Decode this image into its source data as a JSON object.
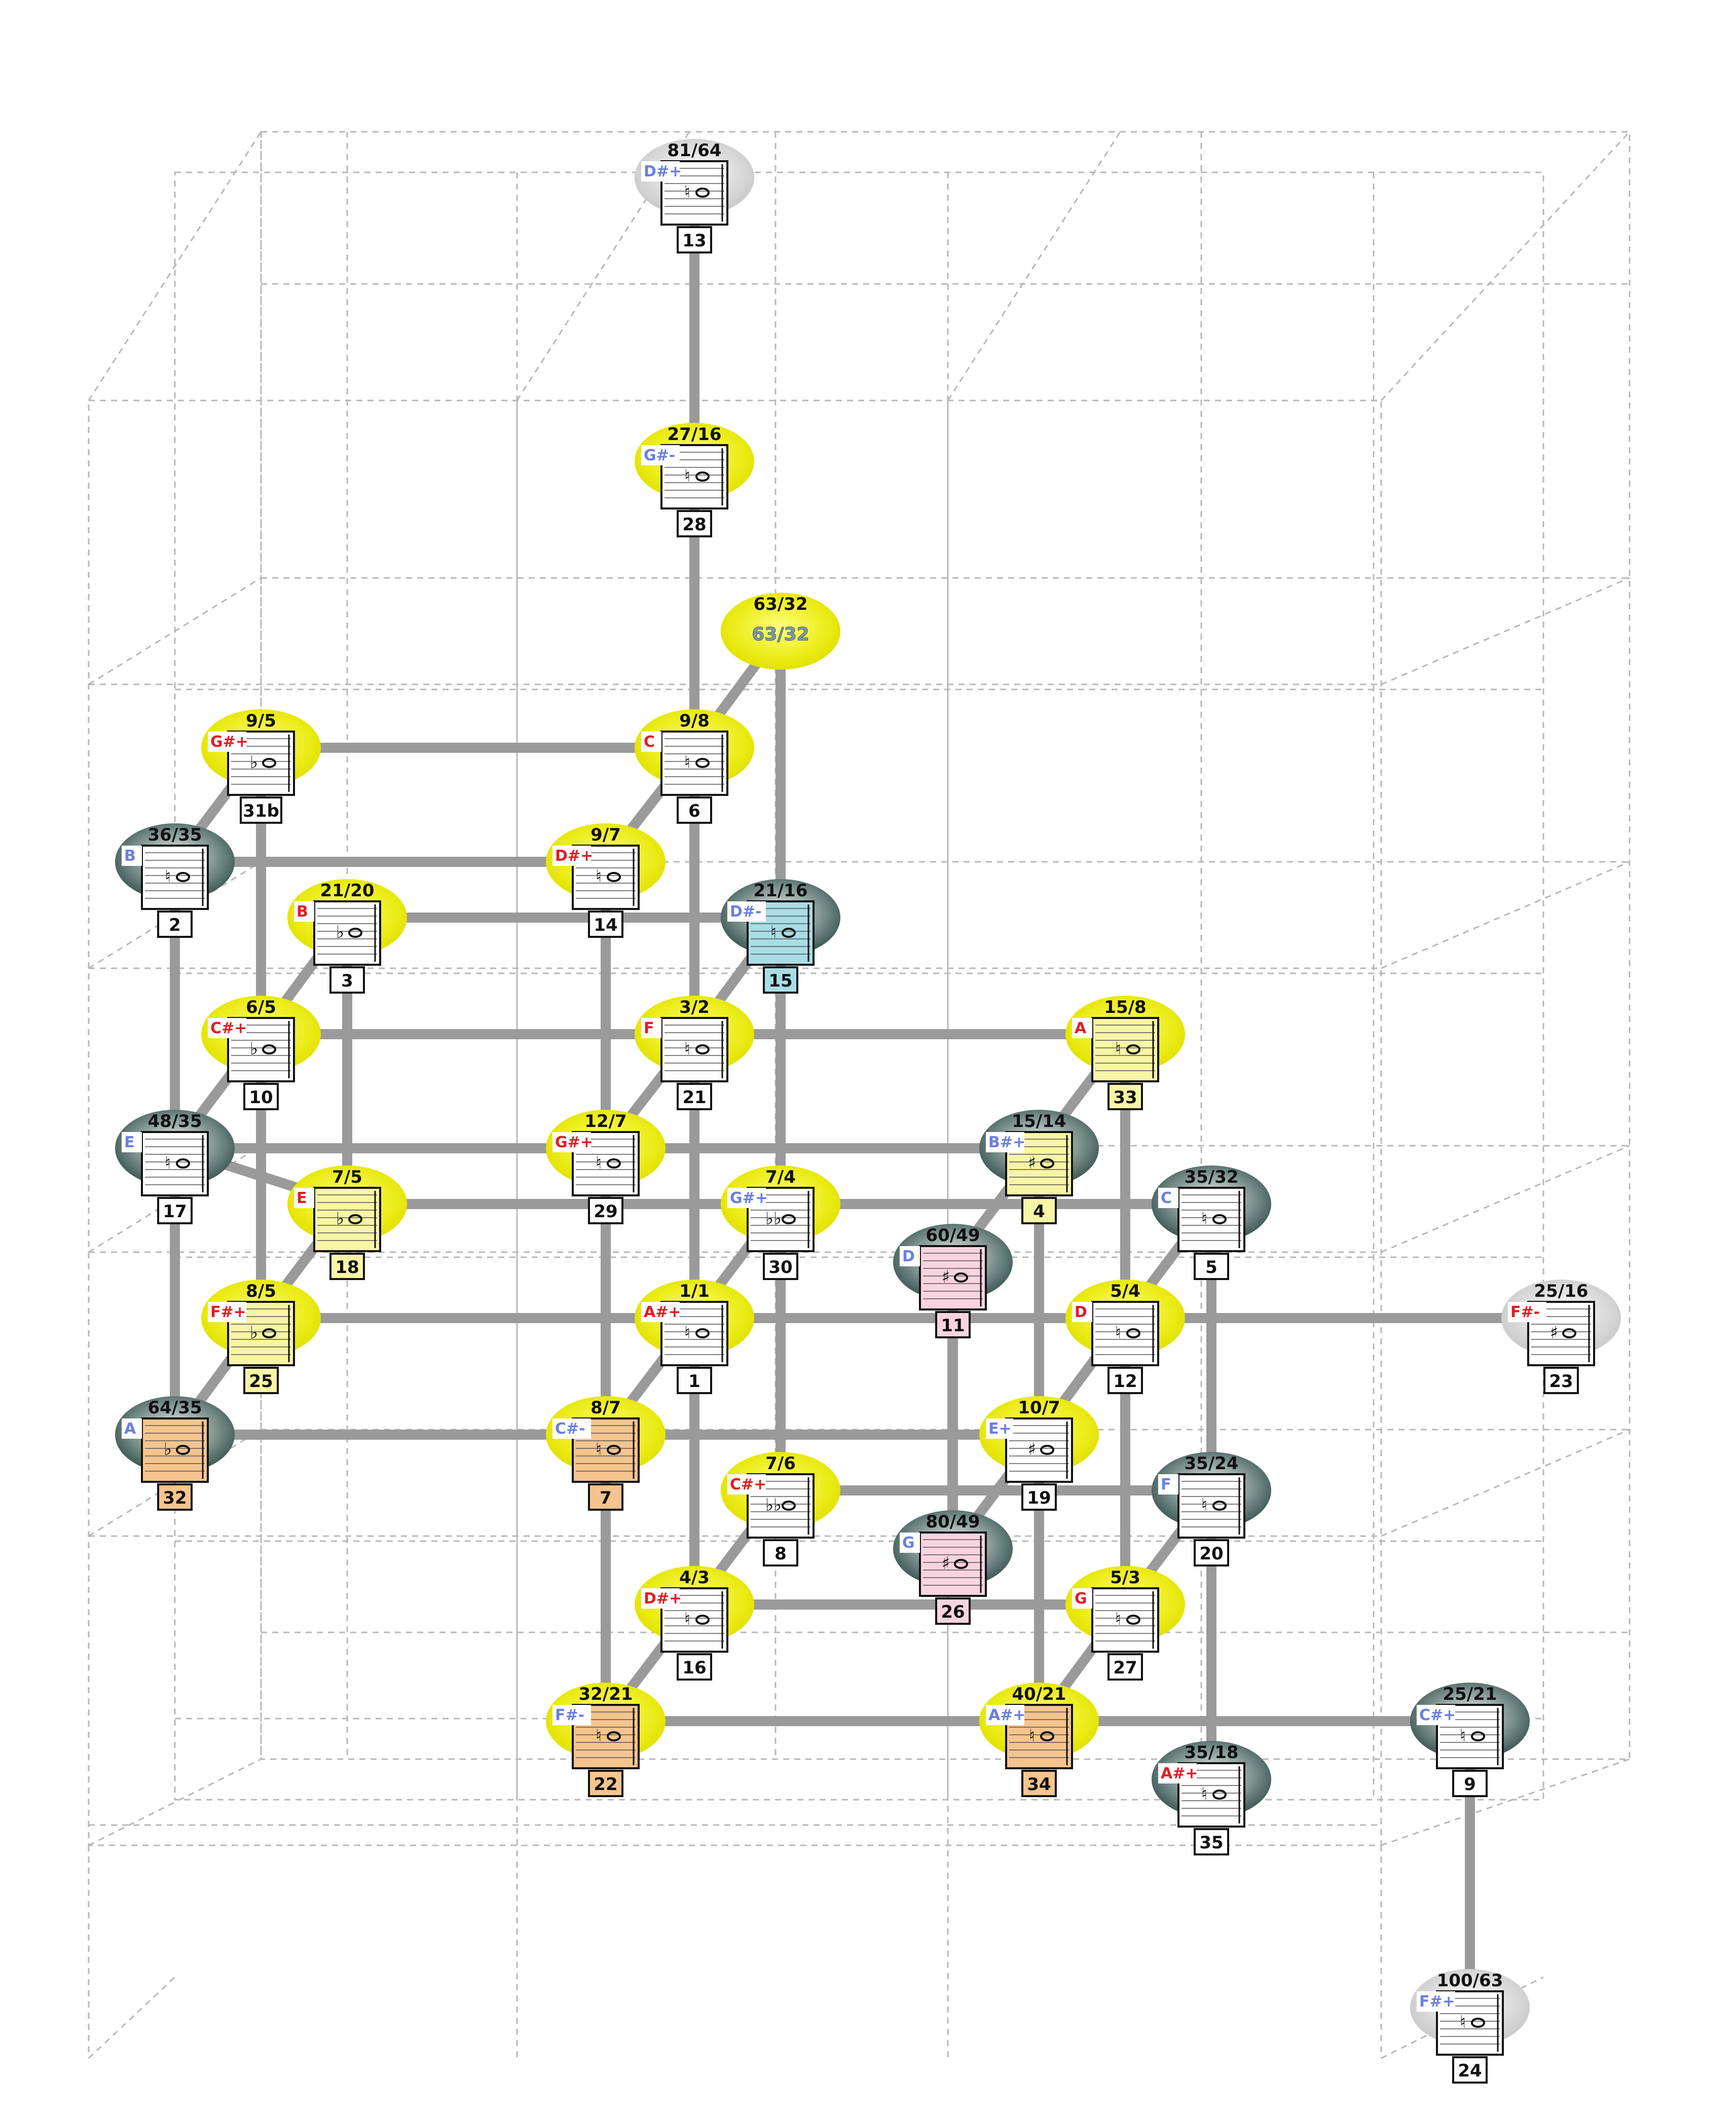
{
  "colors": {
    "edge": "#9a9a9a",
    "grid": "#b8b8b8",
    "name_red": "#e31b23",
    "name_blue": "#6a7fe0",
    "halo_yellow": "#ecec1c",
    "halo_dark": "#4d6a66",
    "halo_gray": "#d0d0d0",
    "box_white": "#ffffff",
    "box_yellow": "#f9f5a6",
    "box_orange": "#f6c48e",
    "box_pink": "#f9d4e0",
    "box_blue": "#a9dde6"
  },
  "nodes": [
    {
      "id": "n13",
      "ratio": "81/64",
      "name": "D#+",
      "name_color": "blue",
      "index": "13",
      "halo": "gray",
      "box": "white",
      "acc": "♮"
    },
    {
      "id": "n28",
      "ratio": "27/16",
      "name": "G#-",
      "name_color": "blue",
      "index": "28",
      "halo": "yellow",
      "box": "white",
      "acc": "♮"
    },
    {
      "id": "n63",
      "ratio": "63/32",
      "ghost": "63/32",
      "halo": "yellow"
    },
    {
      "id": "n31b",
      "ratio": "9/5",
      "name": "G#+",
      "name_color": "red",
      "index": "31b",
      "halo": "yellow",
      "box": "white",
      "acc": "♭"
    },
    {
      "id": "n6",
      "ratio": "9/8",
      "name": "C",
      "name_color": "red",
      "index": "6",
      "halo": "yellow",
      "box": "white",
      "acc": "♮"
    },
    {
      "id": "n2",
      "ratio": "36/35",
      "name": "B",
      "name_color": "blue",
      "index": "2",
      "halo": "dark",
      "box": "white",
      "acc": "♮"
    },
    {
      "id": "n14",
      "ratio": "9/7",
      "name": "D#+",
      "name_color": "red",
      "index": "14",
      "halo": "yellow",
      "box": "white",
      "acc": "♮"
    },
    {
      "id": "n3",
      "ratio": "21/20",
      "name": "B",
      "name_color": "red",
      "index": "3",
      "halo": "yellow",
      "box": "white",
      "acc": "♭"
    },
    {
      "id": "n15",
      "ratio": "21/16",
      "name": "D#-",
      "name_color": "blue",
      "index": "15",
      "halo": "dark",
      "box": "blue",
      "acc": "♮"
    },
    {
      "id": "n10",
      "ratio": "6/5",
      "name": "C#+",
      "name_color": "red",
      "index": "10",
      "halo": "yellow",
      "box": "white",
      "acc": "♭"
    },
    {
      "id": "n21",
      "ratio": "3/2",
      "name": "F",
      "name_color": "red",
      "index": "21",
      "halo": "yellow",
      "box": "white",
      "acc": "♮"
    },
    {
      "id": "n33",
      "ratio": "15/8",
      "name": "A",
      "name_color": "red",
      "index": "33",
      "halo": "yellow",
      "box": "yellow",
      "acc": "♮"
    },
    {
      "id": "n17",
      "ratio": "48/35",
      "name": "E",
      "name_color": "blue",
      "index": "17",
      "halo": "dark",
      "box": "white",
      "acc": "♮"
    },
    {
      "id": "n29",
      "ratio": "12/7",
      "name": "G#+",
      "name_color": "red",
      "index": "29",
      "halo": "yellow",
      "box": "white",
      "acc": "♮"
    },
    {
      "id": "n4",
      "ratio": "15/14",
      "name": "B#+",
      "name_color": "blue",
      "index": "4",
      "halo": "dark",
      "box": "yellow",
      "acc": "♯"
    },
    {
      "id": "n18",
      "ratio": "7/5",
      "name": "E",
      "name_color": "red",
      "index": "18",
      "halo": "yellow",
      "box": "yellow",
      "acc": "♭"
    },
    {
      "id": "n30",
      "ratio": "7/4",
      "name": "G#+",
      "name_color": "blue",
      "index": "30",
      "halo": "yellow",
      "box": "white",
      "acc": "♭♭"
    },
    {
      "id": "n5",
      "ratio": "35/32",
      "name": "C",
      "name_color": "blue",
      "index": "5",
      "halo": "dark",
      "box": "white",
      "acc": "♮"
    },
    {
      "id": "n11",
      "ratio": "60/49",
      "name": "D",
      "name_color": "blue",
      "index": "11",
      "halo": "dark",
      "box": "pink",
      "acc": "♯"
    },
    {
      "id": "n25",
      "ratio": "8/5",
      "name": "F#+",
      "name_color": "red",
      "index": "25",
      "halo": "yellow",
      "box": "yellow",
      "acc": "♭"
    },
    {
      "id": "n1",
      "ratio": "1/1",
      "name": "A#+",
      "name_color": "red",
      "index": "1",
      "halo": "yellow",
      "box": "white",
      "acc": "♮"
    },
    {
      "id": "n12",
      "ratio": "5/4",
      "name": "D",
      "name_color": "red",
      "index": "12",
      "halo": "yellow",
      "box": "white",
      "acc": "♮"
    },
    {
      "id": "n23",
      "ratio": "25/16",
      "name": "F#-",
      "name_color": "red",
      "index": "23",
      "halo": "gray",
      "box": "white",
      "acc": "♯"
    },
    {
      "id": "n32",
      "ratio": "64/35",
      "name": "A",
      "name_color": "blue",
      "index": "32",
      "halo": "dark",
      "box": "orange",
      "acc": "♭"
    },
    {
      "id": "n7",
      "ratio": "8/7",
      "name": "C#-",
      "name_color": "blue",
      "index": "7",
      "halo": "yellow",
      "box": "orange",
      "acc": "♮"
    },
    {
      "id": "n19",
      "ratio": "10/7",
      "name": "E+",
      "name_color": "blue",
      "index": "19",
      "halo": "yellow",
      "box": "white",
      "acc": "♯"
    },
    {
      "id": "n8",
      "ratio": "7/6",
      "name": "C#+",
      "name_color": "red",
      "index": "8",
      "halo": "yellow",
      "box": "white",
      "acc": "♭♭"
    },
    {
      "id": "n20",
      "ratio": "35/24",
      "name": "F",
      "name_color": "blue",
      "index": "20",
      "halo": "dark",
      "box": "white",
      "acc": "♮"
    },
    {
      "id": "n26",
      "ratio": "80/49",
      "name": "G",
      "name_color": "blue",
      "index": "26",
      "halo": "dark",
      "box": "pink",
      "acc": "♯"
    },
    {
      "id": "n16",
      "ratio": "4/3",
      "name": "D#+",
      "name_color": "red",
      "index": "16",
      "halo": "yellow",
      "box": "white",
      "acc": "♮"
    },
    {
      "id": "n27",
      "ratio": "5/3",
      "name": "G",
      "name_color": "red",
      "index": "27",
      "halo": "yellow",
      "box": "white",
      "acc": "♮"
    },
    {
      "id": "n22",
      "ratio": "32/21",
      "name": "F#-",
      "name_color": "blue",
      "index": "22",
      "halo": "yellow",
      "box": "orange",
      "acc": "♮"
    },
    {
      "id": "n34",
      "ratio": "40/21",
      "name": "A#+",
      "name_color": "blue",
      "index": "34",
      "halo": "yellow",
      "box": "orange",
      "acc": "♮"
    },
    {
      "id": "n9",
      "ratio": "25/21",
      "name": "C#+",
      "name_color": "blue",
      "index": "9",
      "halo": "dark",
      "box": "white",
      "acc": "♮"
    },
    {
      "id": "n35",
      "ratio": "35/18",
      "name": "A#+",
      "name_color": "red",
      "index": "35",
      "halo": "dark",
      "box": "white",
      "acc": "♮"
    },
    {
      "id": "n24",
      "ratio": "100/63",
      "name": "F#+",
      "name_color": "blue",
      "index": "24",
      "halo": "gray",
      "box": "white",
      "acc": "♮"
    }
  ],
  "edges": [
    [
      "n13",
      "n28"
    ],
    [
      "n28",
      "n6"
    ],
    [
      "n63",
      "n6"
    ],
    [
      "n63",
      "n15"
    ],
    [
      "n31b",
      "n6"
    ],
    [
      "n31b",
      "n10"
    ],
    [
      "n2",
      "n14"
    ],
    [
      "n14",
      "n6"
    ],
    [
      "n6",
      "n21"
    ],
    [
      "n3",
      "n15"
    ],
    [
      "n3",
      "n18"
    ],
    [
      "n14",
      "n29"
    ],
    [
      "n15",
      "n21"
    ],
    [
      "n15",
      "n30"
    ],
    [
      "n2",
      "n17"
    ],
    [
      "n2",
      "n31b"
    ],
    [
      "n10",
      "n21"
    ],
    [
      "n21",
      "n33"
    ],
    [
      "n10",
      "n17"
    ],
    [
      "n10",
      "n3"
    ],
    [
      "n10",
      "n25"
    ],
    [
      "n21",
      "n29"
    ],
    [
      "n21",
      "n1"
    ],
    [
      "n17",
      "n4"
    ],
    [
      "n29",
      "n4"
    ],
    [
      "n18",
      "n30"
    ],
    [
      "n30",
      "n5"
    ],
    [
      "n17",
      "n32"
    ],
    [
      "n17",
      "n18"
    ],
    [
      "n29",
      "n7"
    ],
    [
      "n33",
      "n4"
    ],
    [
      "n33",
      "n12"
    ],
    [
      "n4",
      "n11"
    ],
    [
      "n4",
      "n19"
    ],
    [
      "n25",
      "n1"
    ],
    [
      "n1",
      "n12"
    ],
    [
      "n12",
      "n23"
    ],
    [
      "n30",
      "n1"
    ],
    [
      "n30",
      "n8"
    ],
    [
      "n5",
      "n12"
    ],
    [
      "n5",
      "n20"
    ],
    [
      "n25",
      "n18"
    ],
    [
      "n25",
      "n32"
    ],
    [
      "n32",
      "n7"
    ],
    [
      "n7",
      "n19"
    ],
    [
      "n1",
      "n7"
    ],
    [
      "n12",
      "n19"
    ],
    [
      "n12",
      "n27"
    ],
    [
      "n11",
      "n26"
    ],
    [
      "n8",
      "n20"
    ],
    [
      "n19",
      "n26"
    ],
    [
      "n7",
      "n22"
    ],
    [
      "n1",
      "n16"
    ],
    [
      "n8",
      "n16"
    ],
    [
      "n16",
      "n27"
    ],
    [
      "n20",
      "n27"
    ],
    [
      "n20",
      "n35"
    ],
    [
      "n19",
      "n34"
    ],
    [
      "n22",
      "n34"
    ],
    [
      "n34",
      "n9"
    ],
    [
      "n27",
      "n34"
    ],
    [
      "n22",
      "n16"
    ],
    [
      "n9",
      "n24"
    ]
  ]
}
